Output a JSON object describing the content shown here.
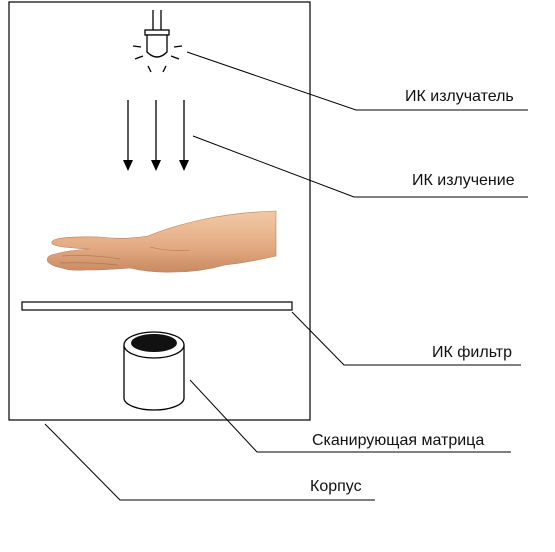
{
  "labels": {
    "ir_emitter": "ИК излучатель",
    "ir_radiation": "ИК излучение",
    "ir_filter": "ИК фильтр",
    "scanning_matrix": "Сканирующая матрица",
    "housing": "Корпус"
  },
  "icons": {
    "emitter": "led-bulb-icon",
    "hand": "hand-icon",
    "sensor": "cylinder-sensor-icon"
  },
  "colors": {
    "line": "#000000",
    "skin": "#e8b590",
    "sensor_top": "#111111"
  }
}
